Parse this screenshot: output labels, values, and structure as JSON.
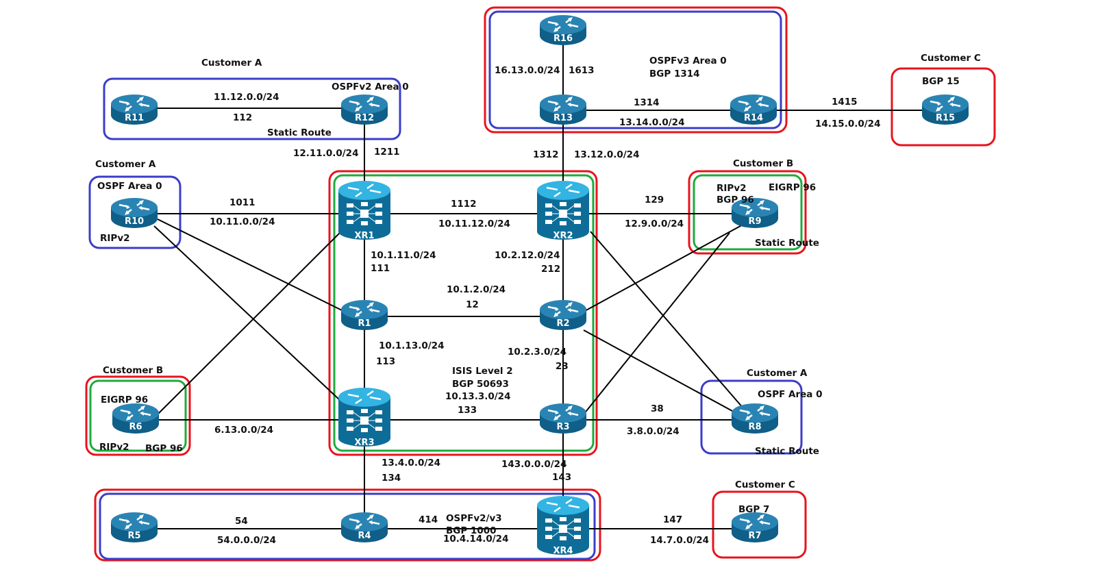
{
  "colors": {
    "red_box": "#e8131c",
    "blue_box": "#3a3dc8",
    "green_box": "#1faa3c",
    "router_top": "#2a84b3",
    "router_side": "#0f5f88",
    "xr_top": "#33b4e3",
    "xr_body": "#0e6d98"
  },
  "nodes": [
    {
      "id": "R11",
      "type": "router"
    },
    {
      "id": "R12",
      "type": "router"
    },
    {
      "id": "R16",
      "type": "router"
    },
    {
      "id": "R13",
      "type": "router"
    },
    {
      "id": "R14",
      "type": "router"
    },
    {
      "id": "R15",
      "type": "router"
    },
    {
      "id": "R10",
      "type": "router"
    },
    {
      "id": "XR1",
      "type": "xr"
    },
    {
      "id": "XR2",
      "type": "xr"
    },
    {
      "id": "R9",
      "type": "router"
    },
    {
      "id": "R1",
      "type": "router"
    },
    {
      "id": "R2",
      "type": "router"
    },
    {
      "id": "R6",
      "type": "router"
    },
    {
      "id": "XR3",
      "type": "xr"
    },
    {
      "id": "R3",
      "type": "router"
    },
    {
      "id": "R8",
      "type": "router"
    },
    {
      "id": "R5",
      "type": "router"
    },
    {
      "id": "R4",
      "type": "router"
    },
    {
      "id": "XR4",
      "type": "xr"
    },
    {
      "id": "R7",
      "type": "router"
    }
  ],
  "links": [
    {
      "from": "R11",
      "to": "R12",
      "subnet": "11.12.0.0/24",
      "id": "112"
    },
    {
      "from": "R12",
      "to": "XR1",
      "subnet": "12.11.0.0/24",
      "id": "1211"
    },
    {
      "from": "R16",
      "to": "R13",
      "subnet": "16.13.0.0/24",
      "id": "1613"
    },
    {
      "from": "R13",
      "to": "R14",
      "subnet": "13.14.0.0/24",
      "id": "1314"
    },
    {
      "from": "R14",
      "to": "R15",
      "subnet": "14.15.0.0/24",
      "id": "1415"
    },
    {
      "from": "R13",
      "to": "XR2",
      "subnet": "13.12.0.0/24",
      "id": "1312"
    },
    {
      "from": "R10",
      "to": "XR1",
      "subnet": "10.11.0.0/24",
      "id": "1011"
    },
    {
      "from": "XR1",
      "to": "XR2",
      "subnet": "10.11.12.0/24",
      "id": "1112"
    },
    {
      "from": "XR2",
      "to": "R9",
      "subnet": "12.9.0.0/24",
      "id": "129"
    },
    {
      "from": "XR1",
      "to": "R1",
      "subnet": "10.1.11.0/24",
      "id": "111"
    },
    {
      "from": "XR2",
      "to": "R2",
      "subnet": "10.2.12.0/24",
      "id": "212"
    },
    {
      "from": "R1",
      "to": "R2",
      "subnet": "10.1.2.0/24",
      "id": "12"
    },
    {
      "from": "R1",
      "to": "XR3",
      "subnet": "10.1.13.0/24",
      "id": "113"
    },
    {
      "from": "R2",
      "to": "R3",
      "subnet": "10.2.3.0/24",
      "id": "23"
    },
    {
      "from": "XR3",
      "to": "R3",
      "subnet": "10.13.3.0/24",
      "id": "133"
    },
    {
      "from": "R6",
      "to": "XR3",
      "subnet": "6.13.0.0/24",
      "id": ""
    },
    {
      "from": "R3",
      "to": "R8",
      "subnet": "3.8.0.0/24",
      "id": "38"
    },
    {
      "from": "XR3",
      "to": "R4",
      "subnet": "13.4.0.0/24",
      "id": "134"
    },
    {
      "from": "R3",
      "to": "XR4",
      "subnet": "143.0.0.0/24",
      "id": "143"
    },
    {
      "from": "R5",
      "to": "R4",
      "subnet": "54.0.0.0/24",
      "id": "54"
    },
    {
      "from": "R4",
      "to": "XR4",
      "subnet": "10.4.14.0/24",
      "id": "414"
    },
    {
      "from": "XR4",
      "to": "R7",
      "subnet": "14.7.0.0/24",
      "id": "147"
    },
    {
      "from": "R10",
      "to": "R1",
      "subnet": "",
      "id": ""
    },
    {
      "from": "R10",
      "to": "XR3",
      "subnet": "",
      "id": ""
    },
    {
      "from": "R6",
      "to": "XR1",
      "subnet": "",
      "id": ""
    },
    {
      "from": "XR2",
      "to": "R8",
      "subnet": "",
      "id": ""
    },
    {
      "from": "R2",
      "to": "R9",
      "subnet": "",
      "id": ""
    },
    {
      "from": "R2",
      "to": "R8",
      "subnet": "",
      "id": ""
    },
    {
      "from": "R3",
      "to": "R9",
      "subnet": "",
      "id": ""
    }
  ],
  "groups": {
    "customer_a_top": {
      "title": "Customer A",
      "protocol": "OSPFv2 Area 0",
      "note": "Static Route"
    },
    "r16_domain": {
      "protocol1": "OSPFv3 Area 0",
      "protocol2": "BGP 1314"
    },
    "customer_c_top": {
      "title": "Customer C",
      "protocol": "BGP 15"
    },
    "customer_a_left": {
      "title": "Customer A",
      "protocol": "OSPF Area 0",
      "note": "RIPv2"
    },
    "customer_b_right": {
      "title": "Customer B",
      "protocol1": "RIPv2",
      "protocol2": "BGP 96",
      "protocol3": "EIGRP 96",
      "note": "Static Route"
    },
    "core": {
      "protocol1": "ISIS Level 2",
      "protocol2": "BGP 50693"
    },
    "customer_b_left": {
      "title": "Customer B",
      "protocol1": "EIGRP 96",
      "protocol2": "RIPv2",
      "protocol3": "BGP 96"
    },
    "customer_a_right": {
      "title": "Customer A",
      "protocol": "OSPF Area 0",
      "note": "Static Route"
    },
    "bottom_domain": {
      "protocol1": "OSPFv2/v3",
      "protocol2": "BGP 1000"
    },
    "customer_c_bottom": {
      "title": "Customer C",
      "protocol": "BGP 7"
    }
  }
}
